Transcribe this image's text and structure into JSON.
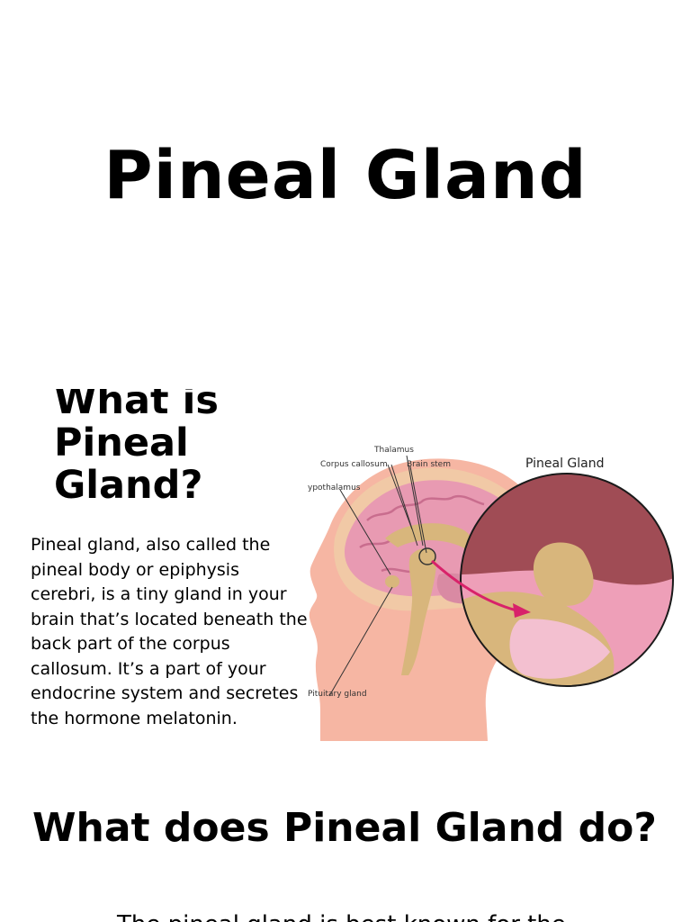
{
  "page": {
    "title": "Pineal Gland"
  },
  "section1": {
    "heading_lines": [
      "What is",
      "Pineal",
      "Gland?"
    ],
    "body": "Pineal gland, also called the pineal body or epiphysis cerebri, is a tiny gland in your brain that’s located beneath the back part of the corpus callosum. It’s a part of your endocrine system and secretes the hormone melatonin."
  },
  "figure": {
    "labels": {
      "thalamus": "Thalamus",
      "corpus_callosum": "Corpus callosum",
      "brain_stem": "Brain stem",
      "hypothalamus": "ypothalamus",
      "pituitary": "Pituitary gland",
      "pineal_gland": "Pineal Gland"
    },
    "colors": {
      "skin": "#f6b6a3",
      "brain": "#e89ab2",
      "gland": "#d8b67c",
      "zoom_top": "#a04c55",
      "zoom_bottom": "#ee9fb8",
      "arrow": "#d8226a"
    }
  },
  "section2": {
    "heading": "What does Pineal Gland do?",
    "cut_text": "The pineal gland is best known for the"
  }
}
